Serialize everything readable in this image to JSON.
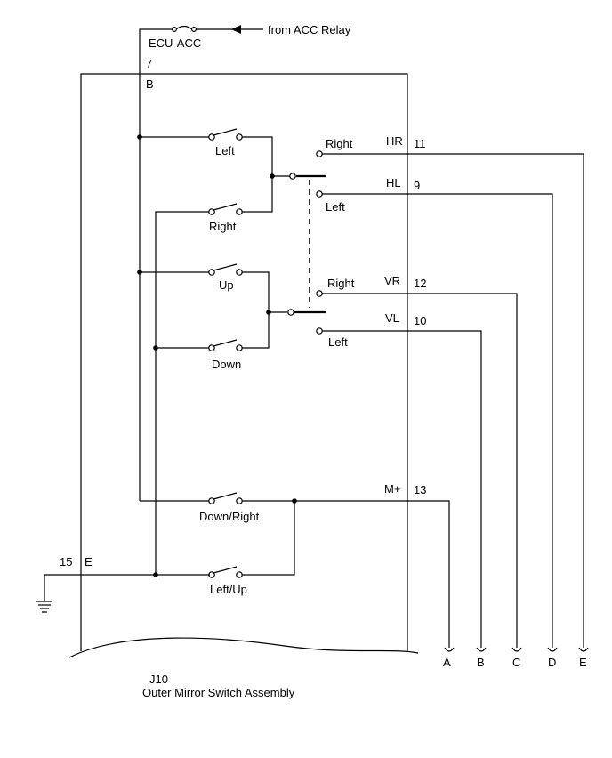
{
  "power": {
    "fuse_label": "ECU-ACC",
    "source_label": "from ACC Relay"
  },
  "pins": {
    "acc": {
      "number": "7",
      "name": "B"
    },
    "ground": {
      "number": "15",
      "name": "E"
    },
    "hr": {
      "number": "11",
      "name": "HR"
    },
    "hl": {
      "number": "9",
      "name": "HL"
    },
    "vr": {
      "number": "12",
      "name": "VR"
    },
    "vl": {
      "number": "10",
      "name": "VL"
    },
    "mplus": {
      "number": "13",
      "name": "M+"
    }
  },
  "switches": {
    "left": "Left",
    "right": "Right",
    "up": "Up",
    "down": "Down",
    "down_right": "Down/Right",
    "left_up": "Left/Up"
  },
  "selector": {
    "upper_right": "Right",
    "upper_left": "Left",
    "lower_right": "Right",
    "lower_left": "Left"
  },
  "connectors": [
    "A",
    "B",
    "C",
    "D",
    "E"
  ],
  "component": {
    "code": "J10",
    "name": "Outer Mirror Switch Assembly"
  }
}
